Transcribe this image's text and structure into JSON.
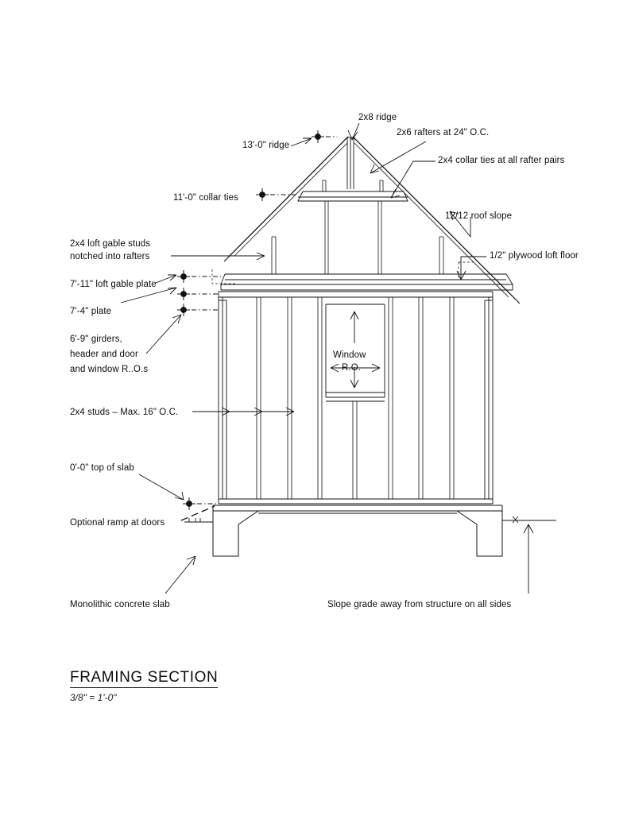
{
  "sheet": {
    "title": "FRAMING SECTION",
    "scale": "3/8\" = 1'-0\""
  },
  "annotations": {
    "ridge_member": "2x8 ridge",
    "ridge_height": "13'-0\" ridge",
    "rafters": "2x6 rafters at 24\" O.C.",
    "collar_ties": "2x4 collar ties at all rafter pairs",
    "collar_tie_height": "11'-0\" collar ties",
    "roof_slope": "12/12 roof slope",
    "loft_floor": "1/2\" plywood loft floor",
    "gable_studs_line1": "2x4 loft gable studs",
    "gable_studs_line2": "notched into rafters",
    "loft_gable_plate": "7'-11\" loft gable plate",
    "plate": "7'-4\" plate",
    "girders_line1": "6'-9\" girders,",
    "girders_line2": "header and door",
    "girders_line3": "and window R..O.s",
    "studs": "2x4 studs – Max. 16\" O.C.",
    "top_of_slab": "0'-0\" top of slab",
    "optional_ramp": "Optional ramp at doors",
    "slab": "Monolithic concrete slab",
    "grade": "Slope grade away from structure on all sides",
    "window_line1": "Window",
    "window_line2": "R.O."
  },
  "style": {
    "line_color": "#111111",
    "paper": "#ffffff"
  }
}
